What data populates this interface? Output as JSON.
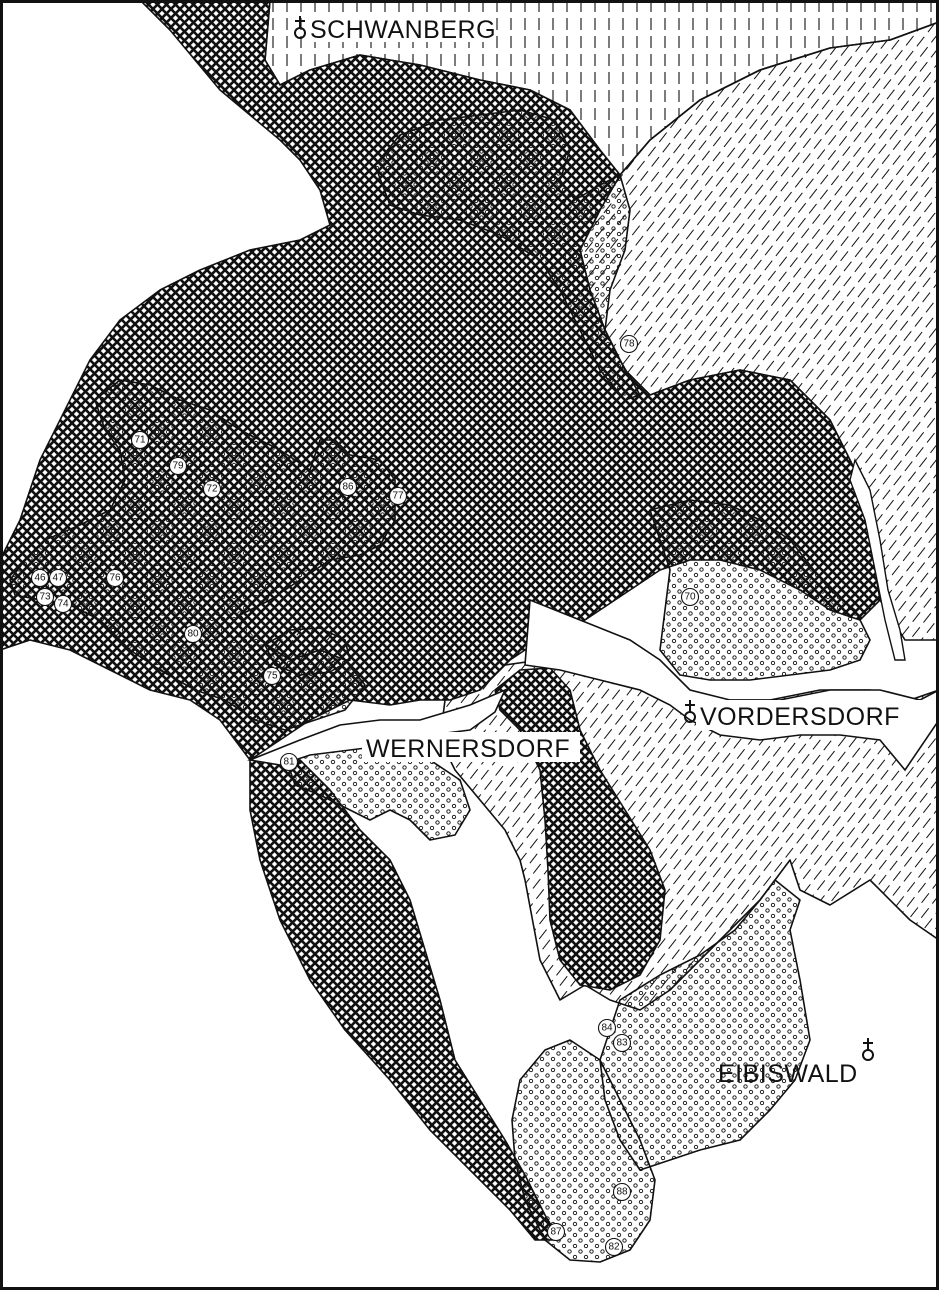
{
  "map": {
    "places": {
      "schwanberg": "SCHWANBERG",
      "vordersdorf": "VORDERSDORF",
      "wernersdorf": "WERNERSDORF",
      "eibiswald": "EIBISWALD"
    },
    "sites": [
      "46",
      "47",
      "73",
      "74",
      "76",
      "71",
      "79",
      "72",
      "80",
      "75",
      "86",
      "77",
      "78",
      "70",
      "81",
      "84",
      "83",
      "88",
      "87",
      "82"
    ],
    "colors": {
      "ink": "#111111",
      "paper": "#ffffff"
    },
    "hatch_patterns": [
      "vertical-lines",
      "diagonal-dashes",
      "dot-circles",
      "crosshatch"
    ],
    "symbol": "settlement-church-symbol"
  }
}
